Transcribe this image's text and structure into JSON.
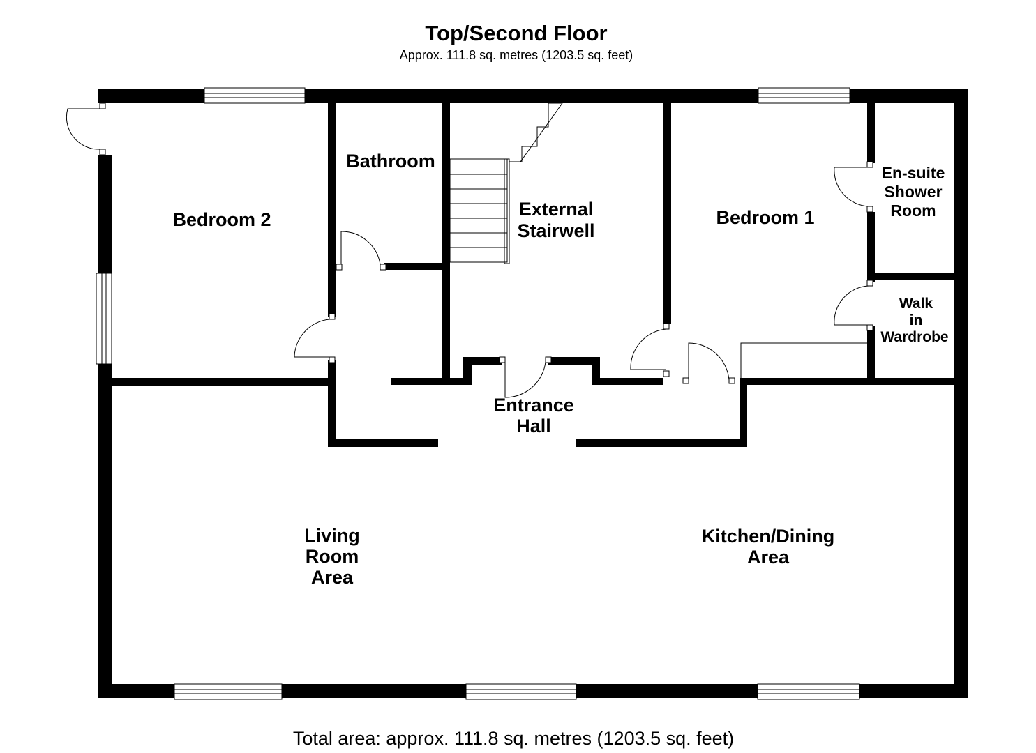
{
  "header": {
    "title": "Top/Second Floor",
    "subtitle": "Approx. 111.8 sq. metres (1203.5 sq. feet)"
  },
  "footer": {
    "total": "Total area: approx. 111.8 sq. metres (1203.5 sq. feet)"
  },
  "rooms": {
    "bedroom2": [
      "Bedroom 2"
    ],
    "bathroom": [
      "Bathroom"
    ],
    "stairwell": [
      "External",
      "Stairwell"
    ],
    "bedroom1": [
      "Bedroom 1"
    ],
    "ensuite": [
      "En-suite",
      "Shower",
      "Room"
    ],
    "wardrobe": [
      "Walk",
      "in",
      "Wardrobe"
    ],
    "hall": [
      "Entrance",
      "Hall"
    ],
    "living": [
      "Living",
      "Room",
      "Area"
    ],
    "kitchen": [
      "Kitchen/Dining",
      "Area"
    ]
  }
}
